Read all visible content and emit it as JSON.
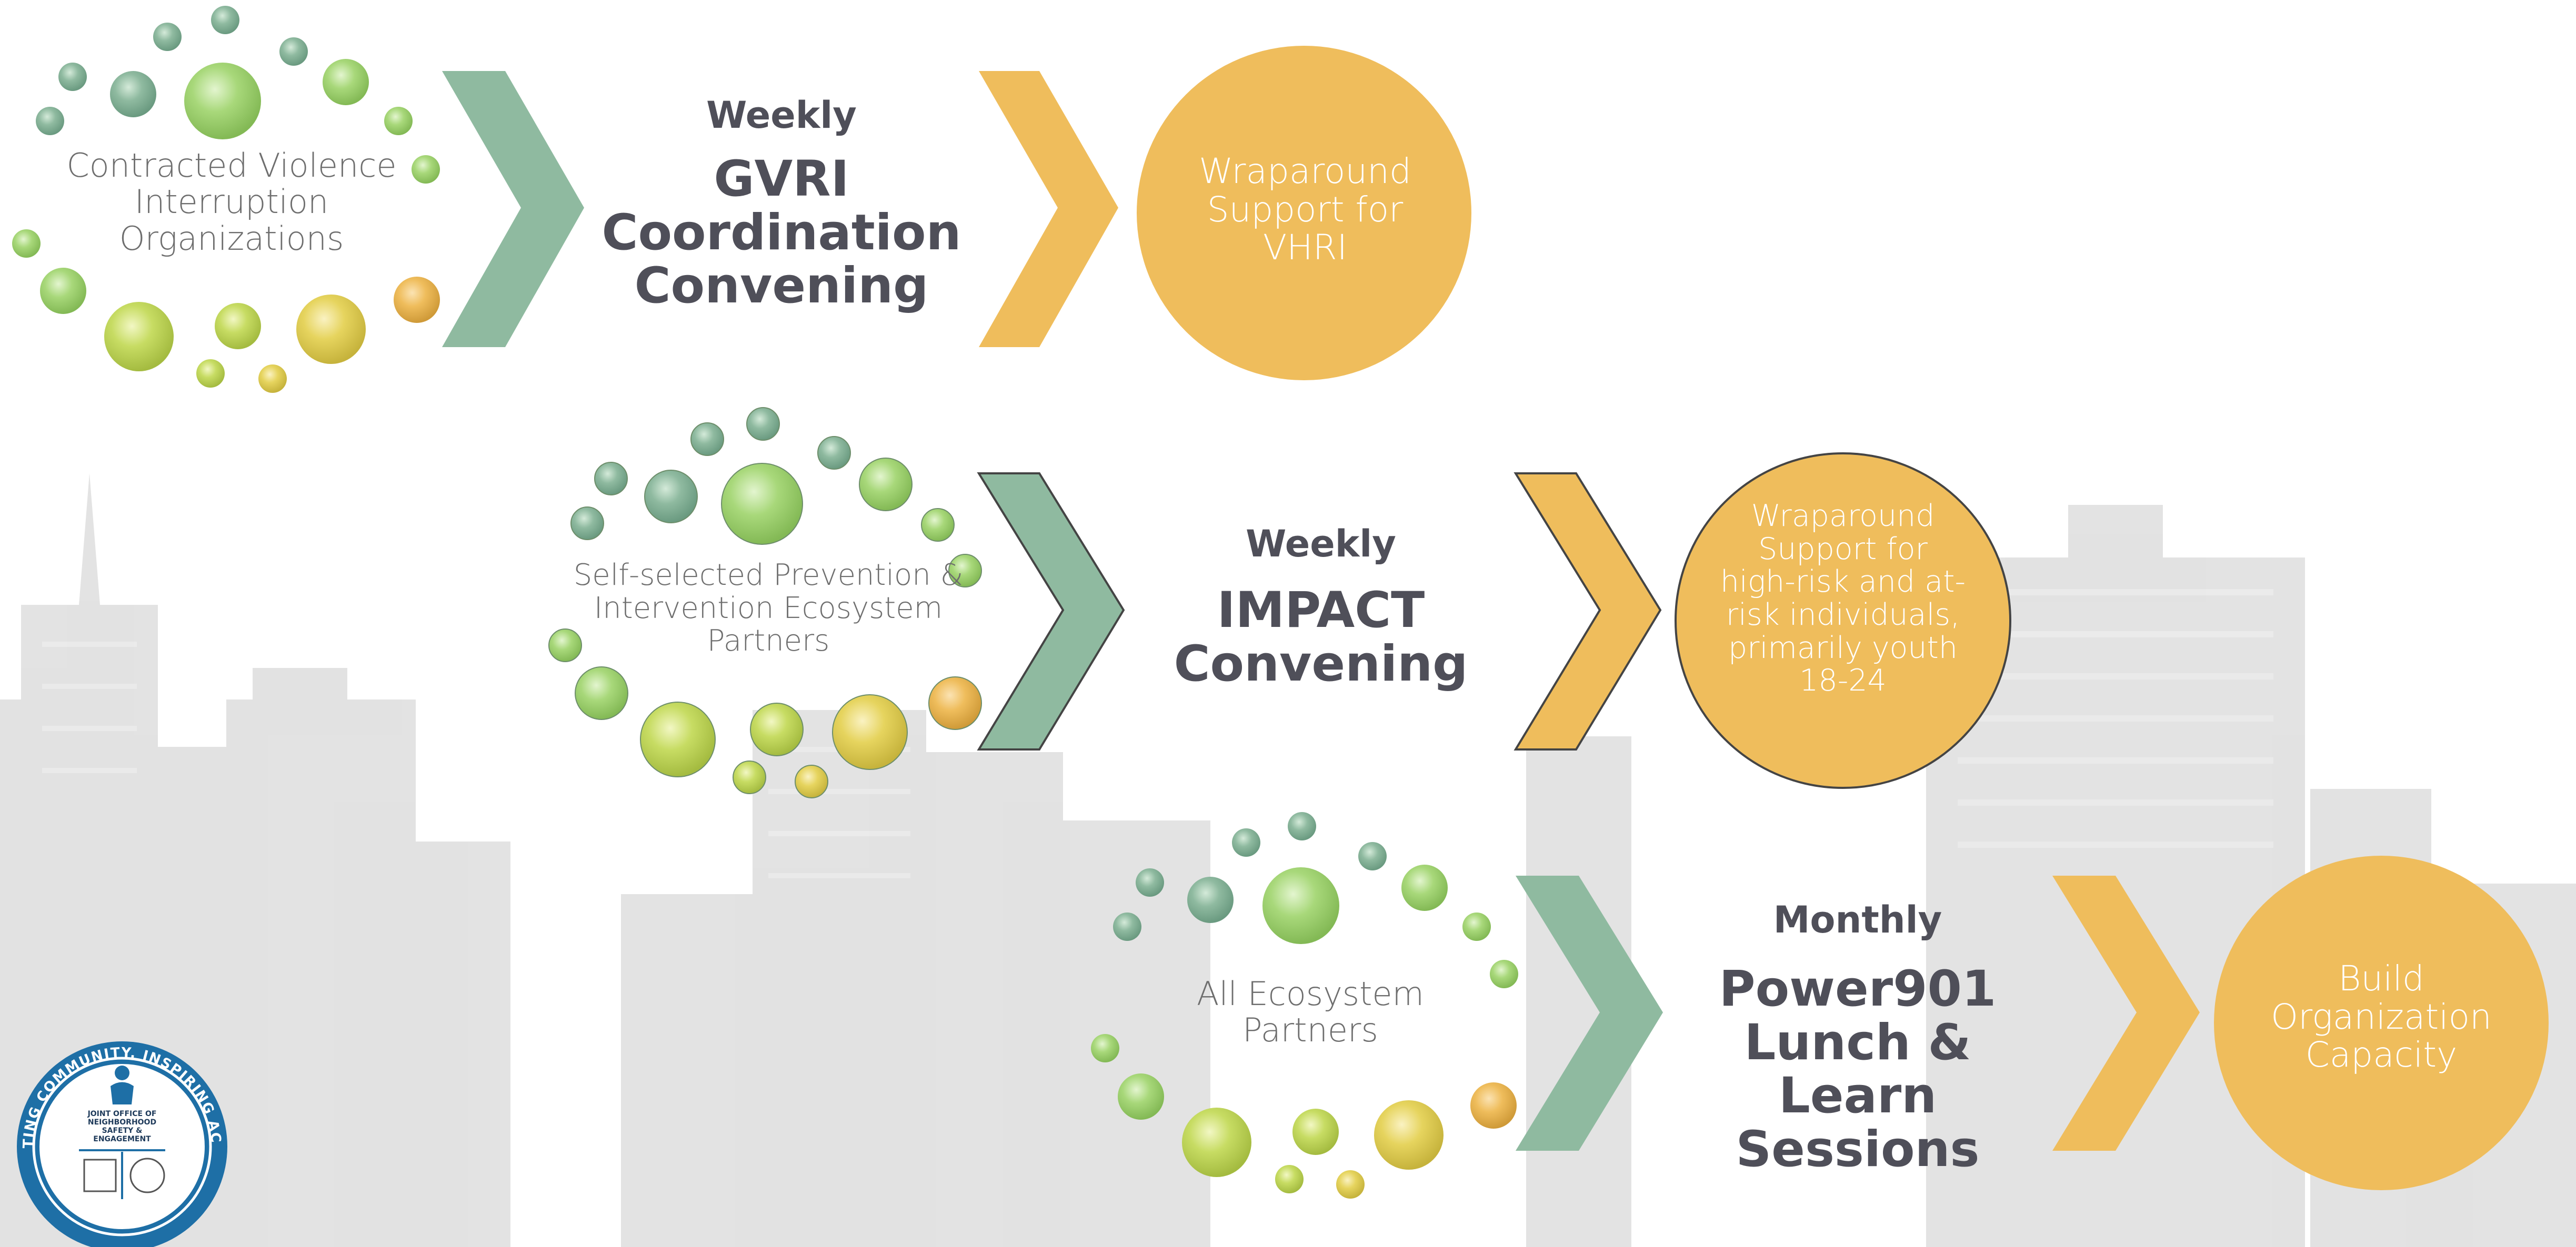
{
  "colors": {
    "green_chevron": "#8fbaa0",
    "yellow_chevron": "#efbd5c",
    "outcome_circle": "#efbd5c",
    "dot_teal": "#8fbaa0",
    "dot_green": "#a8d87a",
    "dot_lime": "#c7dc63",
    "dot_yellow": "#e6d45e",
    "dot_orange": "#efbd5c",
    "text_dark": "#4f4f59",
    "text_light": "#6e6e6e",
    "skyline": "#d6d6d6",
    "seal_blue": "#1e6fa6"
  },
  "rows": [
    {
      "source": "Contracted Violence Interruption Organizations",
      "frequency": "Weekly",
      "title": "GVRI Coordination Convening",
      "outcome": "Wraparound Support for VHRI"
    },
    {
      "source": "Self-selected Prevention & Intervention Ecosystem Partners",
      "frequency": "Weekly",
      "title": "IMPACT Convening",
      "outcome": "Wraparound Support for high-risk and at-risk individuals, primarily youth 18-24"
    },
    {
      "source": "All Ecosystem Partners",
      "frequency": "Monthly",
      "title": "Power901 Lunch & Learn Sessions",
      "outcome": "Build Organization Capacity"
    }
  ],
  "logo": {
    "ring_text": "IGNITING COMMUNITY. INSPIRING ACTION",
    "org_name": "JOINT OFFICE OF NEIGHBORHOOD SAFETY & ENGAGEMENT",
    "icon": "seal-logo-icon"
  }
}
